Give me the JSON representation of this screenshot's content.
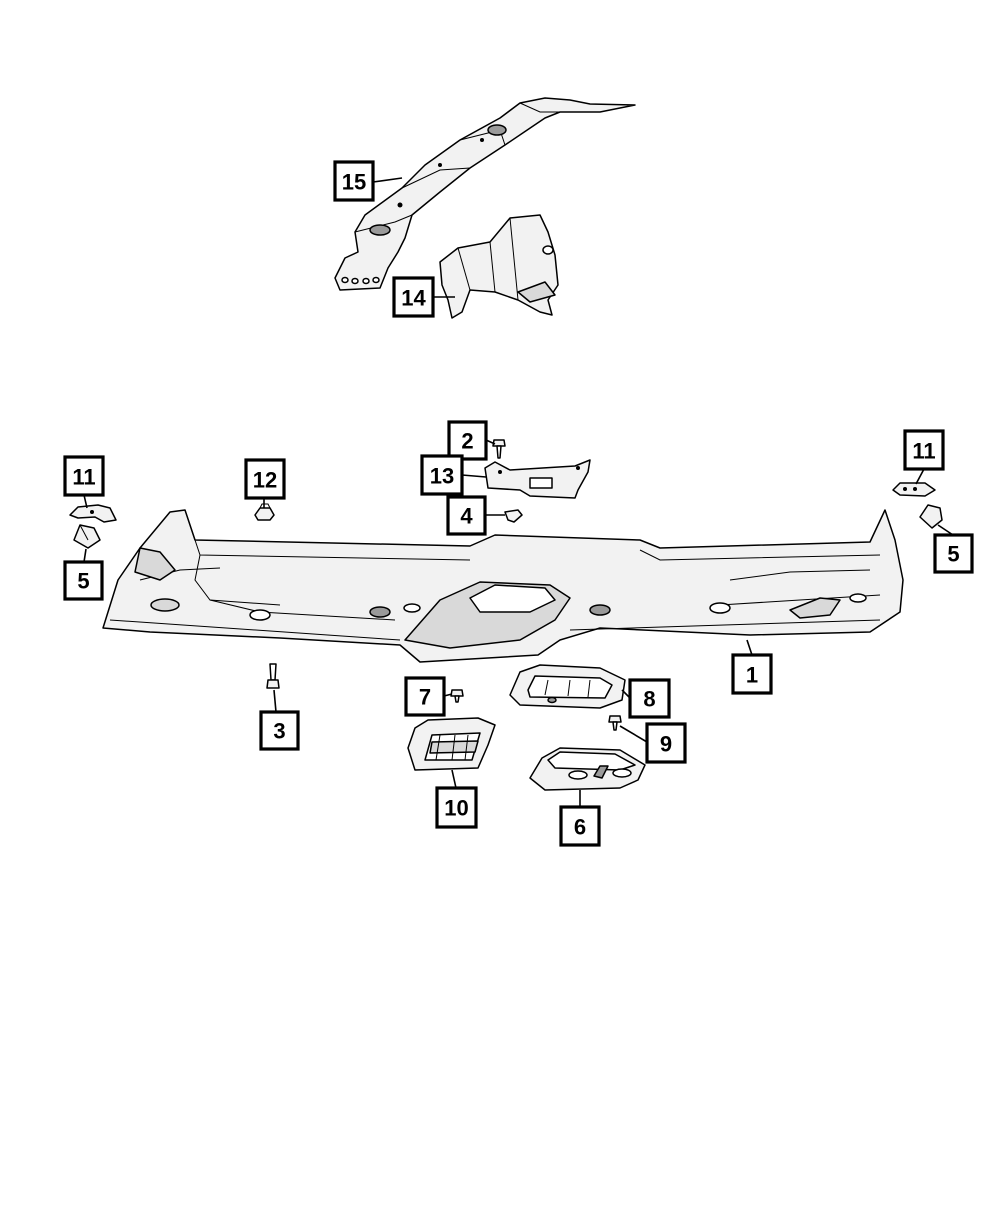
{
  "diagram": {
    "callouts": [
      {
        "id": "c15",
        "label": "15"
      },
      {
        "id": "c14",
        "label": "14"
      },
      {
        "id": "c2",
        "label": "2"
      },
      {
        "id": "c13",
        "label": "13"
      },
      {
        "id": "c4",
        "label": "4"
      },
      {
        "id": "c11-left",
        "label": "11"
      },
      {
        "id": "c5-left",
        "label": "5"
      },
      {
        "id": "c12",
        "label": "12"
      },
      {
        "id": "c11-right",
        "label": "11"
      },
      {
        "id": "c5-right",
        "label": "5"
      },
      {
        "id": "c1",
        "label": "1"
      },
      {
        "id": "c3",
        "label": "3"
      },
      {
        "id": "c7",
        "label": "7"
      },
      {
        "id": "c8",
        "label": "8"
      },
      {
        "id": "c9",
        "label": "9"
      },
      {
        "id": "c10",
        "label": "10"
      },
      {
        "id": "c6",
        "label": "6"
      }
    ]
  }
}
